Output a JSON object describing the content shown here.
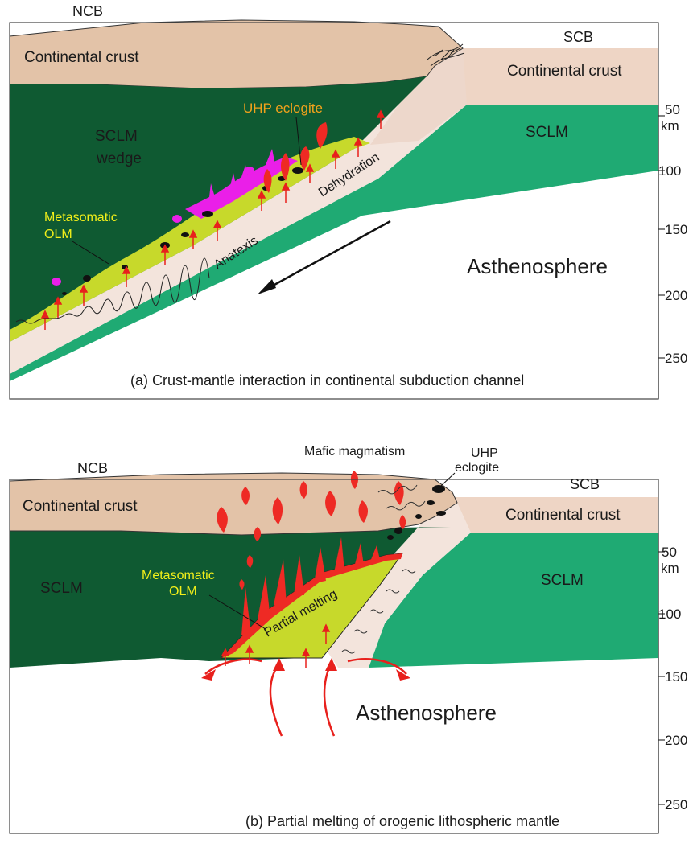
{
  "colors": {
    "continental_crust": "#e3c3a8",
    "scb_crust": "#eed5c5",
    "scb_sclm": "#1faa73",
    "ncb_sclm": "#0f5a32",
    "metasomatic_olm": "#c7d92b",
    "slab": "#f3e4dc",
    "magma_red": "#ee2a24",
    "felsic_magenta": "#ea1fe8",
    "eclogite_black": "#111111",
    "arrow_red": "#e8201c",
    "metasomatic_label": "#f2ef1a",
    "uhp_label": "#f2a21b"
  },
  "panel_a": {
    "ncb": "NCB",
    "scb": "SCB",
    "continental_crust_left": "Continental crust",
    "continental_crust_right": "Continental crust",
    "sclm_wedge_line1": "SCLM",
    "sclm_wedge_line2": "wedge",
    "sclm_right": "SCLM",
    "uhp_eclogite": "UHP eclogite",
    "dehydration": "Dehydration",
    "anatexis": "Anatexis",
    "metasomatic_line1": "Metasomatic",
    "metasomatic_line2": "OLM",
    "asthenosphere": "Asthenosphere",
    "caption": "(a) Crust-mantle interaction in continental subduction channel",
    "depth_ticks": [
      "50",
      "100",
      "150",
      "200",
      "250"
    ],
    "depth_unit": "km"
  },
  "panel_b": {
    "ncb": "NCB",
    "scb": "SCB",
    "mafic_magmatism": "Mafic magmatism",
    "uhp_line1": "UHP",
    "uhp_line2": "eclogite",
    "continental_crust_left": "Continental crust",
    "continental_crust_right": "Continental crust",
    "sclm_left": "SCLM",
    "sclm_right": "SCLM",
    "metasomatic_line1": "Metasomatic",
    "metasomatic_line2": "OLM",
    "partial_melting": "Partial melting",
    "asthenosphere": "Asthenosphere",
    "caption": "(b) Partial melting of orogenic lithospheric mantle",
    "depth_ticks": [
      "50",
      "100",
      "150",
      "200",
      "250"
    ],
    "depth_unit": "km"
  }
}
